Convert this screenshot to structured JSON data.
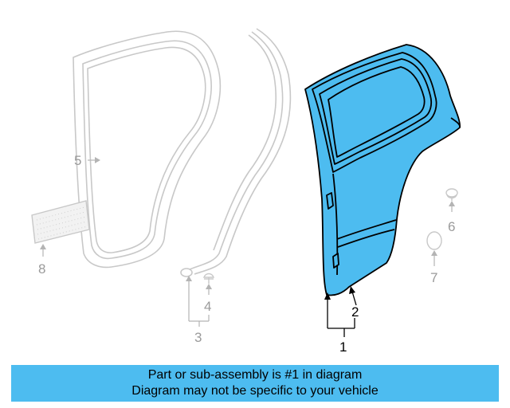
{
  "callouts": {
    "c1": "1",
    "c2": "2",
    "c3": "3",
    "c4": "4",
    "c5": "5",
    "c6": "6",
    "c7": "7",
    "c8": "8"
  },
  "banner": {
    "line1": "Part or sub-assembly is #1 in diagram",
    "line2": "Diagram may not be specific to your vehicle"
  },
  "colors": {
    "highlight_fill": "#4dbcf0",
    "ghost_line": "#c8c8c8",
    "ghost_text": "#9a9a9a",
    "banner_bg": "#4dbcf0"
  }
}
